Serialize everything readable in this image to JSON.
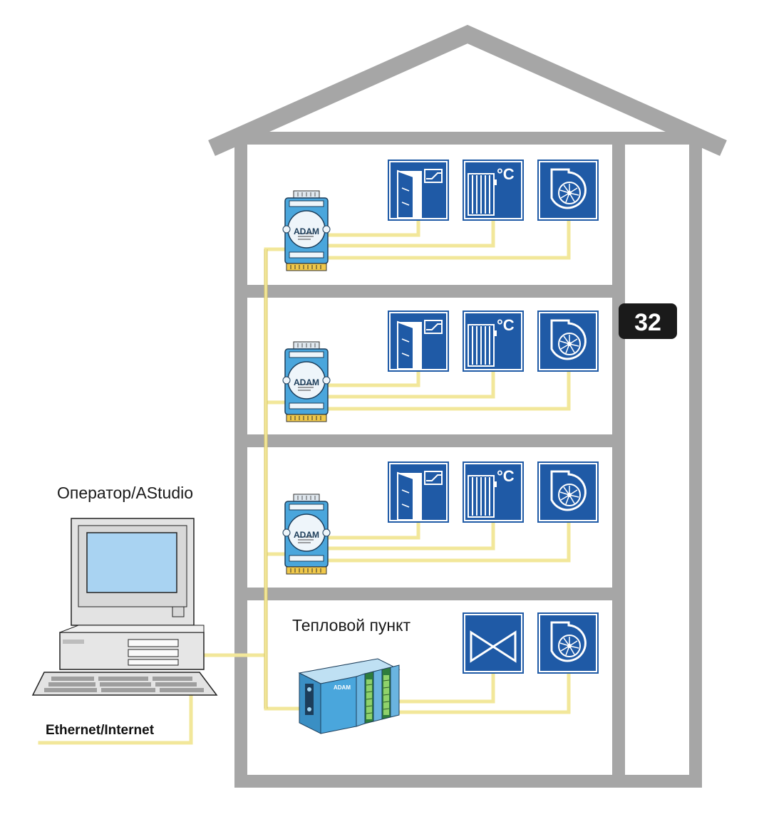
{
  "labels": {
    "operator": "Оператор/AStudio",
    "heat_point": "Тепловой пункт",
    "network": "Ethernet/Internet",
    "page_number": "32",
    "module_brand": "ADAM",
    "temp_unit": "°C"
  },
  "colors": {
    "wall": "#a6a6a6",
    "panel_blue": "#1f5aa6",
    "module_blue": "#4aa6dc",
    "screen_blue": "#a9d3f2",
    "cable_yellow": "#f2e79a",
    "badge": "#1a1a1a"
  },
  "floors": [
    {
      "module": "ADAM",
      "devices": [
        "door-sensor-icon",
        "radiator-icon",
        "fan-icon"
      ]
    },
    {
      "module": "ADAM",
      "devices": [
        "door-sensor-icon",
        "radiator-icon",
        "fan-icon"
      ]
    },
    {
      "module": "ADAM",
      "devices": [
        "door-sensor-icon",
        "radiator-icon",
        "fan-icon"
      ]
    },
    {
      "module": "ADAM",
      "devices": [
        "valve-icon",
        "fan-icon"
      ]
    }
  ]
}
